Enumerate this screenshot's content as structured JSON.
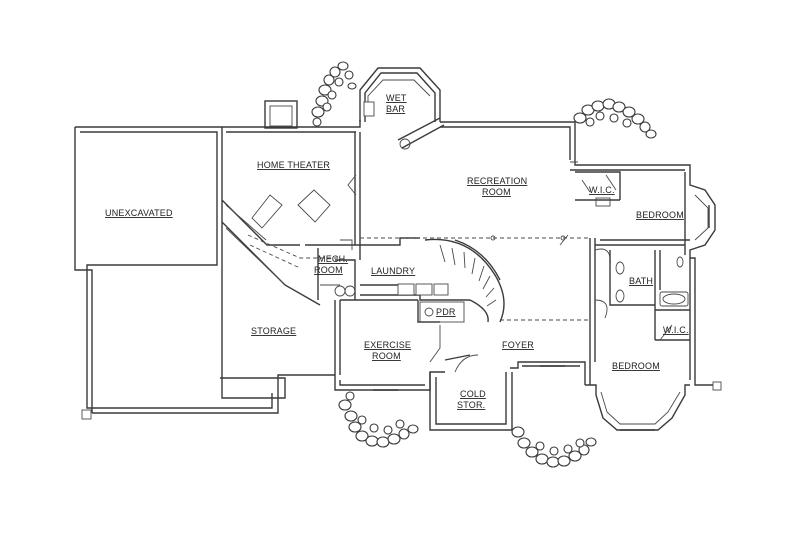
{
  "rooms": {
    "unexcavated": "UNEXCAVATED",
    "home_theater": "HOME THEATER",
    "wet_bar_1": "WET",
    "wet_bar_2": "BAR",
    "recreation_1": "RECREATION",
    "recreation_2": "ROOM",
    "wic_top": "W.I.C.",
    "bedroom_top": "BEDROOM",
    "mech_1": "MECH.",
    "mech_2": "ROOM",
    "laundry": "LAUNDRY",
    "bath": "BATH",
    "wic_bottom": "W.I.C.",
    "storage": "STORAGE",
    "pdr": "PDR",
    "exercise_1": "EXERCISE",
    "exercise_2": "ROOM",
    "foyer": "FOYER",
    "bedroom_bottom": "BEDROOM",
    "cold_1": "COLD",
    "cold_2": "STOR."
  }
}
